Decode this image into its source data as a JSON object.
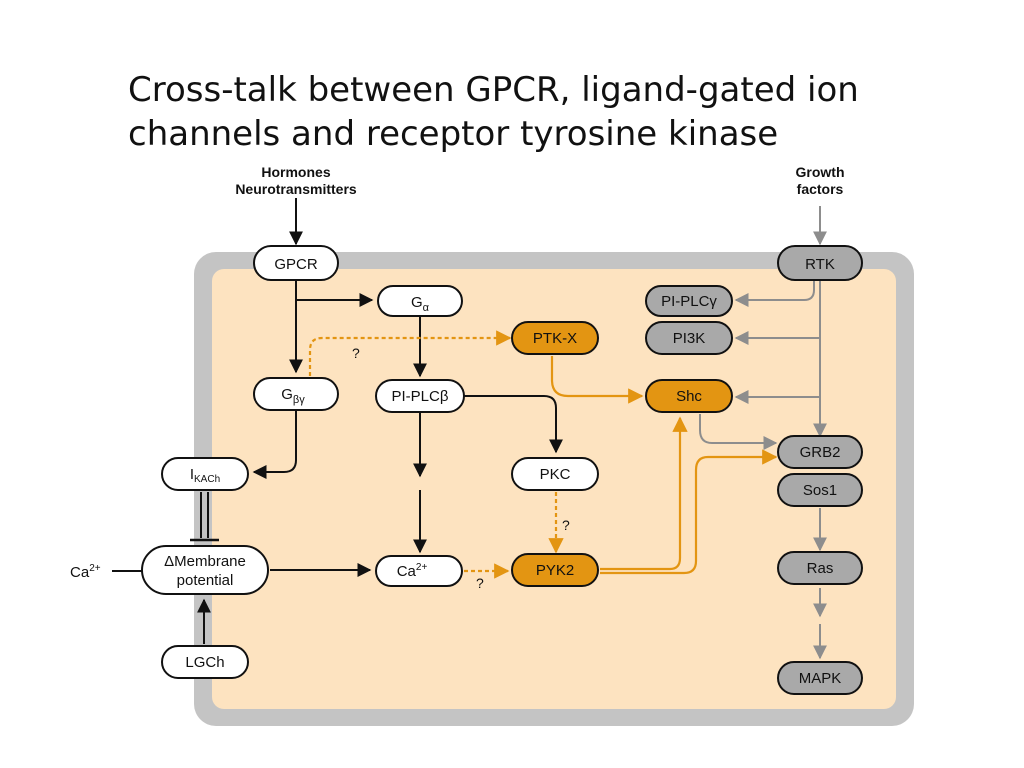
{
  "title": {
    "line1": "Cross-talk between GPCR, ligand-gated ion",
    "line2": "channels and receptor tyrosine kinase"
  },
  "inputs": {
    "hormones": "Hormones",
    "neurotransmitters": "Neurotransmitters",
    "growth": "Growth",
    "factors": "factors",
    "ca_outside": "Ca",
    "ca_outside_sup": "2+"
  },
  "nodes": {
    "gpcr": "GPCR",
    "g_alpha": "G",
    "g_alpha_sub": "α",
    "g_betagamma": "G",
    "g_betagamma_sub": "βγ",
    "ptkx": "PTK-X",
    "pi_plc_beta": "PI-PLCβ",
    "ikach": "I",
    "ikach_sub": "KACh",
    "pkc": "PKC",
    "membrane_line1": "ΔMembrane",
    "membrane_line2": "potential",
    "ca_inside": "Ca",
    "ca_inside_sup": "2+",
    "pyk2": "PYK2",
    "lgch": "LGCh",
    "rtk": "RTK",
    "pi_plc_gamma": "PI-PLCγ",
    "pi3k": "PI3K",
    "shc": "Shc",
    "grb2": "GRB2",
    "sos1": "Sos1",
    "ras": "Ras",
    "mapk": "MAPK"
  },
  "unknown_marks": {
    "q1": "?",
    "q2": "?",
    "q3": "?"
  },
  "colors": {
    "cell_fill": "#fde3c0",
    "membrane": "#c4c4c4",
    "orange": "#e39512",
    "gray_node": "#a9a9a9",
    "gray_arrow": "#8d8d8d",
    "black": "#111111"
  }
}
